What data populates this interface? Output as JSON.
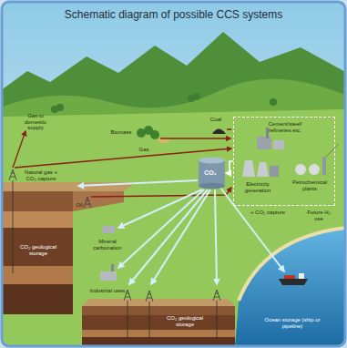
{
  "diagram": {
    "title": "Schematic diagram of possible CCS systems",
    "nodes": [
      {
        "text": [
          "Cement/steel/ refineries etc.",
          "Electricity generation",
          "Petrochemical plants"
        ]
      },
      {
        "text": [
          "CO₂"
        ]
      }
    ],
    "edges": [
      {
        "from": 0,
        "to": 1,
        "arrow": "to"
      }
    ],
    "labels": [
      "Gas to domestic supply",
      "Coal",
      "Biomass",
      "Gas",
      "Natural gas + CO₂ capture",
      "Oil",
      "+ CO₂ capture",
      "Future H₂ use",
      "Mineral carbonation",
      "CO₂ geological storage",
      "Industrial uses",
      "CO₂ geological storage",
      "Ocean storage (ship or pipeline)"
    ]
  }
}
